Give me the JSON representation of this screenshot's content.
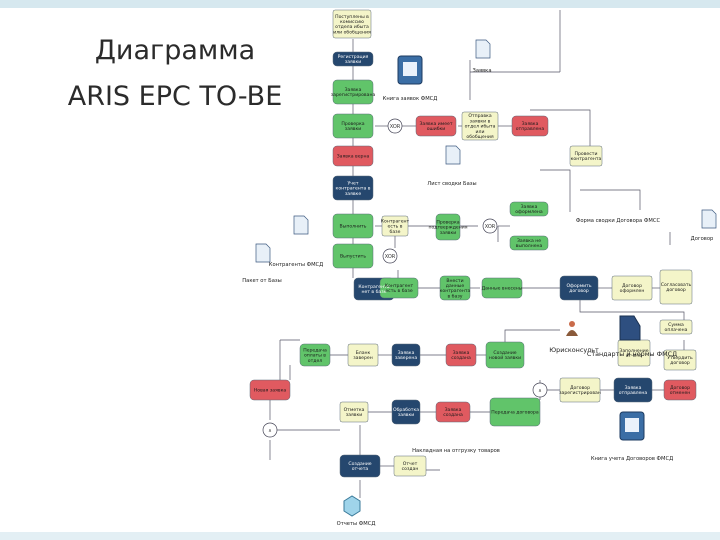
{
  "slide": {
    "title_line1": "Диаграмма",
    "title_line2": "ARIS EPC TO-BE"
  },
  "colors": {
    "event": "#e0587a",
    "function": "#63c36a",
    "navy": "#25476e",
    "yellow": "#f4f5c9",
    "green": "#61c46a",
    "red": "#e05a60",
    "blue": "#3b6ea5"
  },
  "diagram": {
    "boxes": [
      {
        "id": "b1",
        "text": "Поступлены в комиссию отдела ибыта или обобщения",
        "kind": "yellow"
      },
      {
        "id": "b2",
        "text": "Регистрация заявки",
        "kind": "navy"
      },
      {
        "id": "b3",
        "text": "Заявка зарегистрирована",
        "kind": "green"
      },
      {
        "id": "b4",
        "text": "Проверка заявки",
        "kind": "green"
      },
      {
        "id": "b5",
        "text": "Заявка имеет ошибки",
        "kind": "red"
      },
      {
        "id": "b6",
        "text": "Отправка заявки в отдел ибыта или обобщения",
        "kind": "yellow"
      },
      {
        "id": "b7",
        "text": "Заявка отправлена",
        "kind": "red"
      },
      {
        "id": "b8",
        "text": "Заявка верна",
        "kind": "red"
      },
      {
        "id": "b9",
        "text": "Учет контрагента в заявке",
        "kind": "navy"
      },
      {
        "id": "b10",
        "text": "Проверка подтверждения заявки",
        "kind": "green"
      },
      {
        "id": "b11",
        "text": "Заявка оформлена",
        "kind": "green"
      },
      {
        "id": "b12",
        "text": "Заявка не выполнена",
        "kind": "green"
      },
      {
        "id": "b13",
        "text": "Контрагент есть в базе",
        "kind": "yellow"
      },
      {
        "id": "b14",
        "text": "Провести контрагента",
        "kind": "yellow"
      },
      {
        "id": "b15",
        "text": "Выполнить",
        "kind": "green"
      },
      {
        "id": "b16",
        "text": "Выпустить",
        "kind": "green"
      },
      {
        "id": "b17",
        "text": "Контрагента нет в базе",
        "kind": "navy"
      },
      {
        "id": "b18",
        "text": "Контрагент есть в базе",
        "kind": "green"
      },
      {
        "id": "b19",
        "text": "Внести данные контрагента в базу",
        "kind": "green"
      },
      {
        "id": "b20",
        "text": "Данные внесены",
        "kind": "green"
      },
      {
        "id": "b21",
        "text": "Оформить договор",
        "kind": "navy"
      },
      {
        "id": "b22",
        "text": "Договор оформлен",
        "kind": "yellow"
      },
      {
        "id": "b23",
        "text": "Согласовать договор",
        "kind": "yellow"
      },
      {
        "id": "b24",
        "text": "Сумма оплачена",
        "kind": "yellow"
      },
      {
        "id": "b25",
        "text": "Передача оплаты в отдел",
        "kind": "green"
      },
      {
        "id": "b26",
        "text": "Бланк заверен",
        "kind": "yellow"
      },
      {
        "id": "b27",
        "text": "Заявка заверена",
        "kind": "navy"
      },
      {
        "id": "b28",
        "text": "Заявка создана",
        "kind": "red"
      },
      {
        "id": "b29",
        "text": "Создание новой заявки",
        "kind": "green"
      },
      {
        "id": "b30",
        "text": "Новая заявка",
        "kind": "red"
      },
      {
        "id": "b31",
        "text": "Отметка заявки",
        "kind": "yellow"
      },
      {
        "id": "b32",
        "text": "Обработка заявки",
        "kind": "navy"
      },
      {
        "id": "b33",
        "text": "Заявка создана",
        "kind": "red"
      },
      {
        "id": "b34",
        "text": "Передача договора",
        "kind": "green"
      },
      {
        "id": "b35",
        "text": "Договор зарегистрирован",
        "kind": "yellow"
      },
      {
        "id": "b36",
        "text": "Заявка отправлена",
        "kind": "navy"
      },
      {
        "id": "b37",
        "text": "Договор отменен",
        "kind": "red"
      },
      {
        "id": "b38",
        "text": "Утвердить договор",
        "kind": "yellow"
      },
      {
        "id": "b39",
        "text": "Создание отчета",
        "kind": "navy"
      },
      {
        "id": "b40",
        "text": "Отчет создан",
        "kind": "yellow"
      },
      {
        "id": "b41",
        "text": "Заполнение отчета",
        "kind": "yellow"
      }
    ],
    "captions": [
      {
        "id": "c1",
        "text": "Книга заявок ФМСД"
      },
      {
        "id": "c2",
        "text": "Заявка"
      },
      {
        "id": "c3",
        "text": "Лист сводки Базы"
      },
      {
        "id": "c4",
        "text": "Контрагенты ФМСД"
      },
      {
        "id": "c5",
        "text": "Пакет от Базы"
      },
      {
        "id": "c6",
        "text": "Форма сводки Договора ФМСС"
      },
      {
        "id": "c7",
        "text": "Договор"
      },
      {
        "id": "c8",
        "text": "Юрисконсульт"
      },
      {
        "id": "c9",
        "text": "Стандарты и нормы ФМСД"
      },
      {
        "id": "c10",
        "text": "Книга учета Договоров ФМСД"
      },
      {
        "id": "c11",
        "text": "Отчеты ФМСД"
      },
      {
        "id": "c12",
        "text": "Накладная на отгрузку товаров"
      }
    ],
    "operators": [
      "XOR",
      "XOR",
      "XOR",
      "∧",
      "∧"
    ]
  }
}
